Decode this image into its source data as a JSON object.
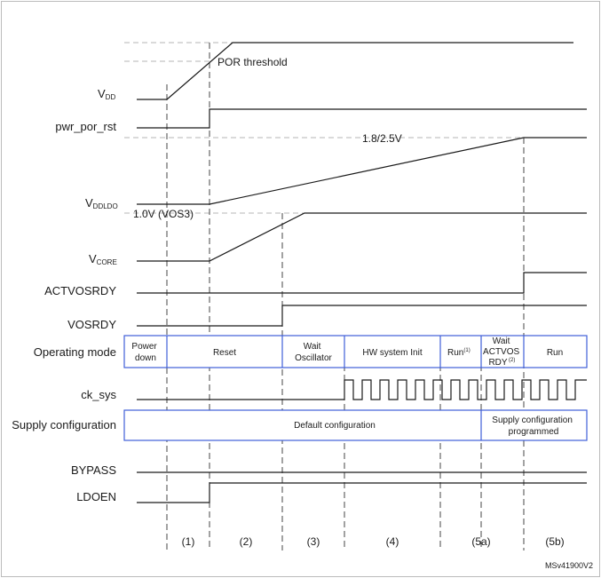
{
  "signals": {
    "vdd": {
      "main": "V",
      "sub": "DD"
    },
    "pwr_por_rst": "pwr_por_rst",
    "vddldo": {
      "main": "V",
      "sub": "DDLDO"
    },
    "vcore": {
      "main": "V",
      "sub": "CORE"
    },
    "actvosrdy": "ACTVOSRDY",
    "vosrdy": "VOSRDY",
    "operating_mode": "Operating mode",
    "ck_sys": "ck_sys",
    "supply_configuration": "Supply configuration",
    "bypass": "BYPASS",
    "ldoen": "LDOEN"
  },
  "annotations": {
    "por_threshold": "POR threshold",
    "vddldo_level": "1.8/2.5V",
    "vcore_level": "1.0V (VOS3)"
  },
  "operating_mode": {
    "power_down": [
      "Power",
      "down"
    ],
    "reset": "Reset",
    "wait_oscillator": [
      "Wait",
      "Oscillator"
    ],
    "hw_system_init": "HW system Init",
    "run_a": {
      "text": "Run",
      "sup": "(1)"
    },
    "wait_actvos": [
      "Wait",
      "ACTVOS",
      "RDY"
    ],
    "wait_actvos_sup": "(2)",
    "run_b": "Run"
  },
  "supply_config": {
    "default": "Default configuration",
    "programmed": [
      "Supply configuration",
      "programmed"
    ]
  },
  "phases": [
    "(1)",
    "(2)",
    "(3)",
    "(4)",
    "(5a)",
    "(5b)"
  ],
  "reference": "MSv41900V2"
}
